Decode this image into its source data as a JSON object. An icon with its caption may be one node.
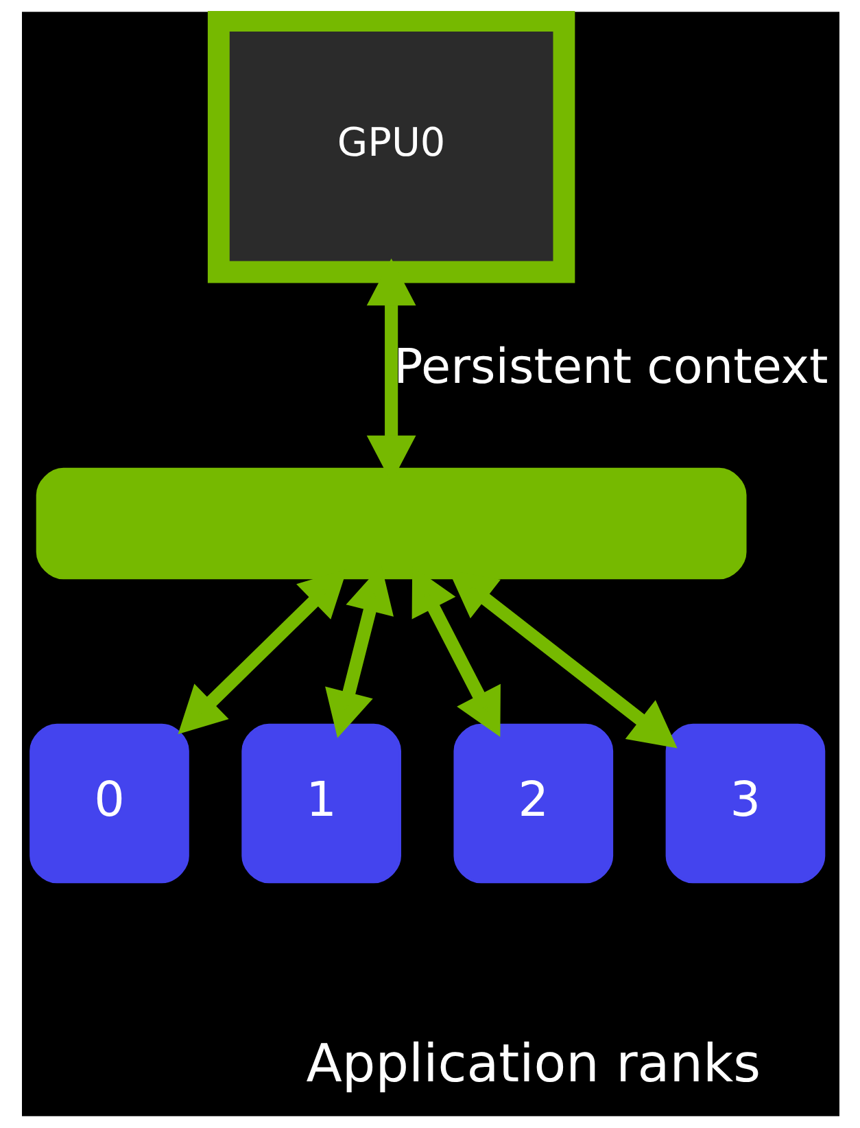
{
  "diagram": {
    "nodes": [
      {
        "text": [
          "GPU0"
        ]
      },
      {
        "text": [],
        "shape": "box"
      },
      {
        "text": [
          "0"
        ]
      },
      {
        "text": [
          "1"
        ]
      },
      {
        "text": [
          "2"
        ]
      },
      {
        "text": [
          "3"
        ]
      }
    ],
    "edges": [
      {
        "from": 0,
        "to": 1,
        "arrow": "both",
        "label": "Persistent context"
      },
      {
        "from": 1,
        "to": 2,
        "arrow": "both"
      },
      {
        "from": 1,
        "to": 3,
        "arrow": "both"
      },
      {
        "from": 1,
        "to": 4,
        "arrow": "both"
      },
      {
        "from": 1,
        "to": 5,
        "arrow": "both"
      }
    ],
    "labels": [
      "Application ranks"
    ]
  }
}
